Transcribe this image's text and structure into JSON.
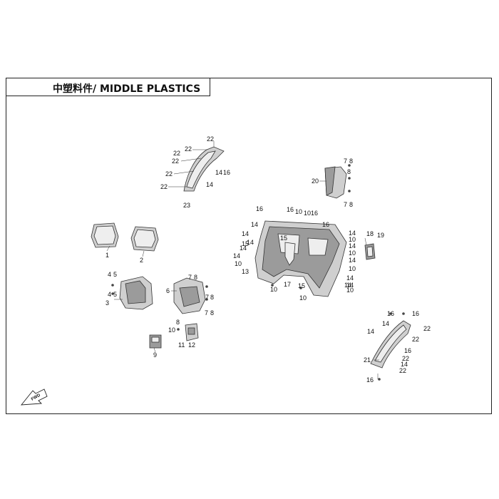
{
  "title": "中塑料件/ MIDDLE PLASTICS",
  "fwd_label": "FWD",
  "callouts": {
    "dash_tunnel": [
      "22",
      "22",
      "22",
      "22",
      "22",
      "22",
      "14",
      "16",
      "14",
      "23"
    ],
    "upper_right": [
      "7",
      "8",
      "8",
      "20",
      "7",
      "8"
    ],
    "lenses": [
      "1",
      "2"
    ],
    "left_group": [
      "4",
      "5",
      "4",
      "5",
      "3"
    ],
    "center_left": [
      "7",
      "8",
      "6",
      "7",
      "8",
      "7",
      "8",
      "8",
      "10",
      "11",
      "12",
      "9"
    ],
    "dashboard": [
      "16",
      "16",
      "10",
      "10",
      "16",
      "14",
      "14",
      "15",
      "16",
      "14",
      "15",
      "14",
      "14",
      "10",
      "14",
      "13",
      "10",
      "17",
      "15",
      "14",
      "14",
      "10",
      "10",
      "10",
      "10",
      "14",
      "14",
      "10",
      "14"
    ],
    "dash_right": [
      "18",
      "19"
    ],
    "right_trim": [
      "16",
      "16",
      "14",
      "14",
      "22",
      "22",
      "16",
      "21",
      "22",
      "14",
      "22",
      "16"
    ]
  }
}
